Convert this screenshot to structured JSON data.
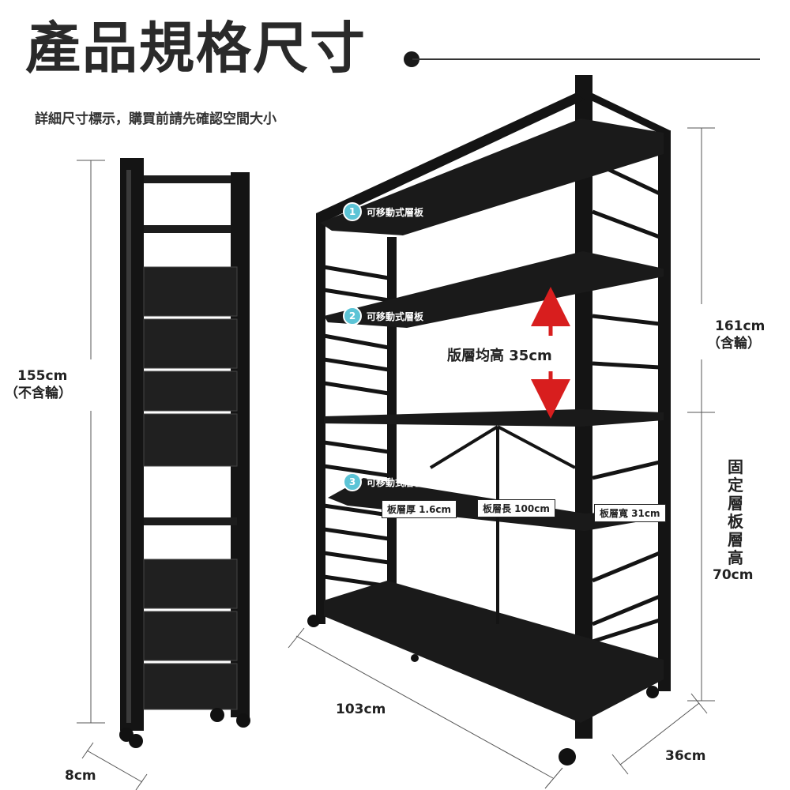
{
  "header": {
    "title": "產品規格尺寸",
    "subtitle": "詳細尺寸標示，購買前請先確認空間大小"
  },
  "left_unit": {
    "height_value": "155cm",
    "height_note": "（不含輪）",
    "depth_value": "8cm"
  },
  "right_unit": {
    "shelf_badges": [
      {
        "num": "1",
        "label": "可移動式層板"
      },
      {
        "num": "2",
        "label": "可移動式層板"
      },
      {
        "num": "3",
        "label": "可移動式層板"
      }
    ],
    "spacing_label": "版層均高 35cm",
    "tags": {
      "thickness": "板層厚 1.6cm",
      "length": "板層長 100cm",
      "width": "板層寬 31cm"
    },
    "height_value": "161cm",
    "height_note": "（含輪）",
    "fixed_label": "固定層板層高",
    "fixed_value": "70cm",
    "width_value": "103cm",
    "depth_value": "36cm"
  },
  "colors": {
    "frame": "#141414",
    "badge": "#5cc4d6",
    "arrow": "#d81e1e"
  }
}
